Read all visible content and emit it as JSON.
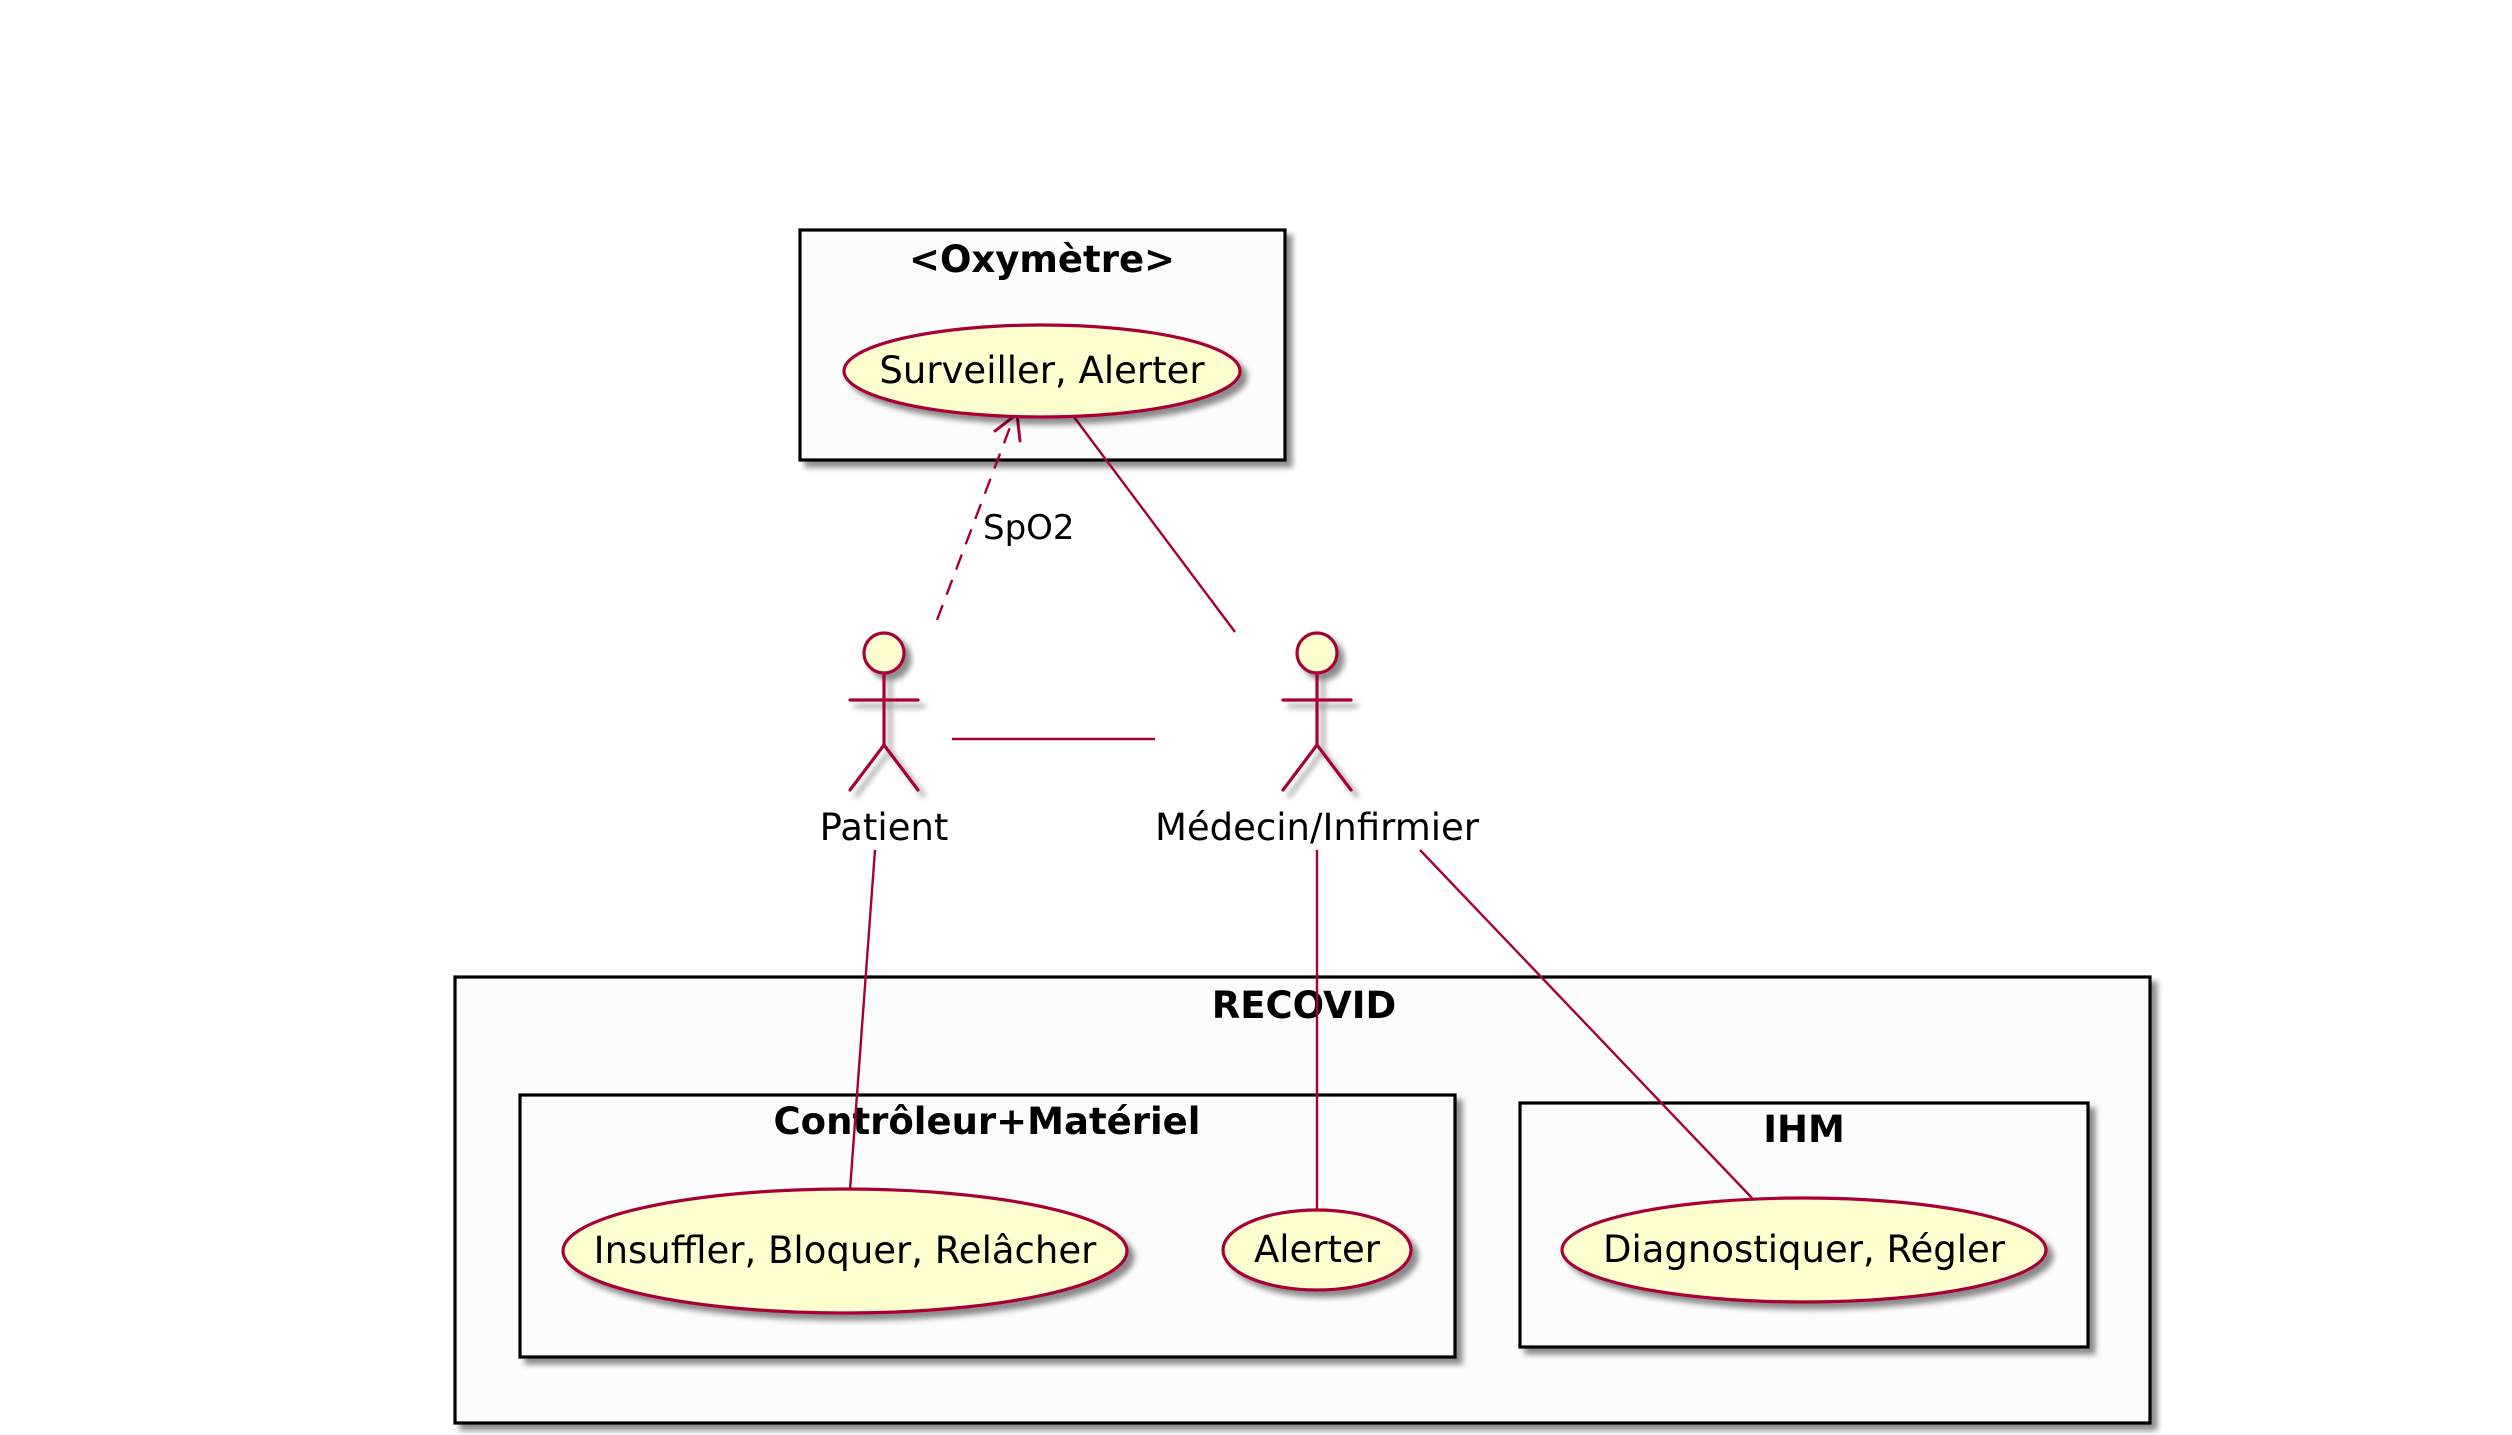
{
  "colors": {
    "line": "#a80036",
    "usecase_fill": "#fefecf",
    "frame_fill": "#fcfcfc",
    "frame_border": "#000000"
  },
  "frames": {
    "oxymetre": {
      "title": "<Oxymètre>"
    },
    "recovid": {
      "title": "RECOVID"
    },
    "controleur": {
      "title": "Contrôleur+Matériel"
    },
    "ihm": {
      "title": "IHM"
    }
  },
  "usecases": {
    "surveiller": "Surveiller, Alerter",
    "insuffler": "Insuffler, Bloquer, Relâcher",
    "alerter": "Alerter",
    "diagnostiquer": "Diagnostiquer, Régler"
  },
  "actors": {
    "patient": "Patient",
    "medecin": "Médecin/Infirmier"
  },
  "links": {
    "spo2": "SpO2"
  }
}
